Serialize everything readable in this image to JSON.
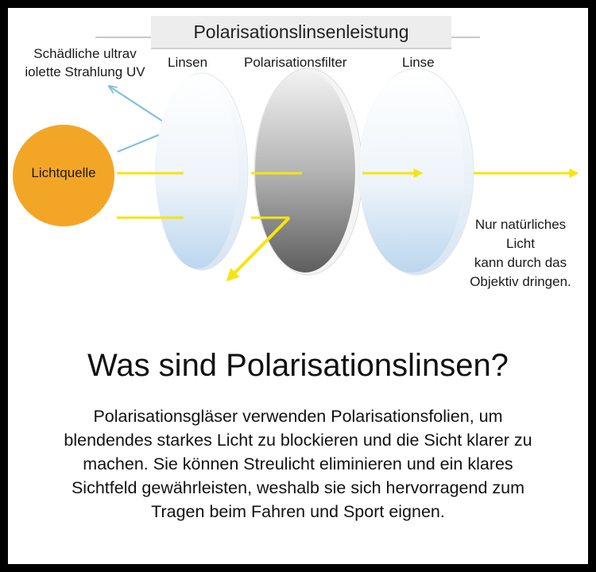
{
  "diagram": {
    "title": "Polarisationslinsenleistung",
    "labels": {
      "uv": [
        "Schädliche ultrav",
        "iolette Strahlung UV"
      ],
      "lens_left": "Linsen",
      "filter": "Polarisationsfilter",
      "lens_right": "Linse",
      "light_source": "Lichtquelle",
      "natural_light": [
        "Nur natürliches",
        "Licht",
        "kann durch das",
        "Objektiv dringen."
      ]
    },
    "colors": {
      "sun": "#f3a626",
      "light_ray": "#f7e40f",
      "uv_ray": "#7ec2dc",
      "lens_tint": "#bcd6ee",
      "filter_tint": "#6e6e6e"
    }
  },
  "article": {
    "heading": "Was sind Polarisationslinsen?",
    "body_lines": [
      "Polarisationsgläser verwenden Polarisationsfolien, um",
      "blendendes starkes Licht zu blockieren und die Sicht klarer zu",
      "machen. Sie können Streulicht eliminieren und ein klares",
      "Sichtfeld gewährleisten, weshalb sie sich hervorragend zum",
      "Tragen beim Fahren und Sport eignen."
    ]
  }
}
